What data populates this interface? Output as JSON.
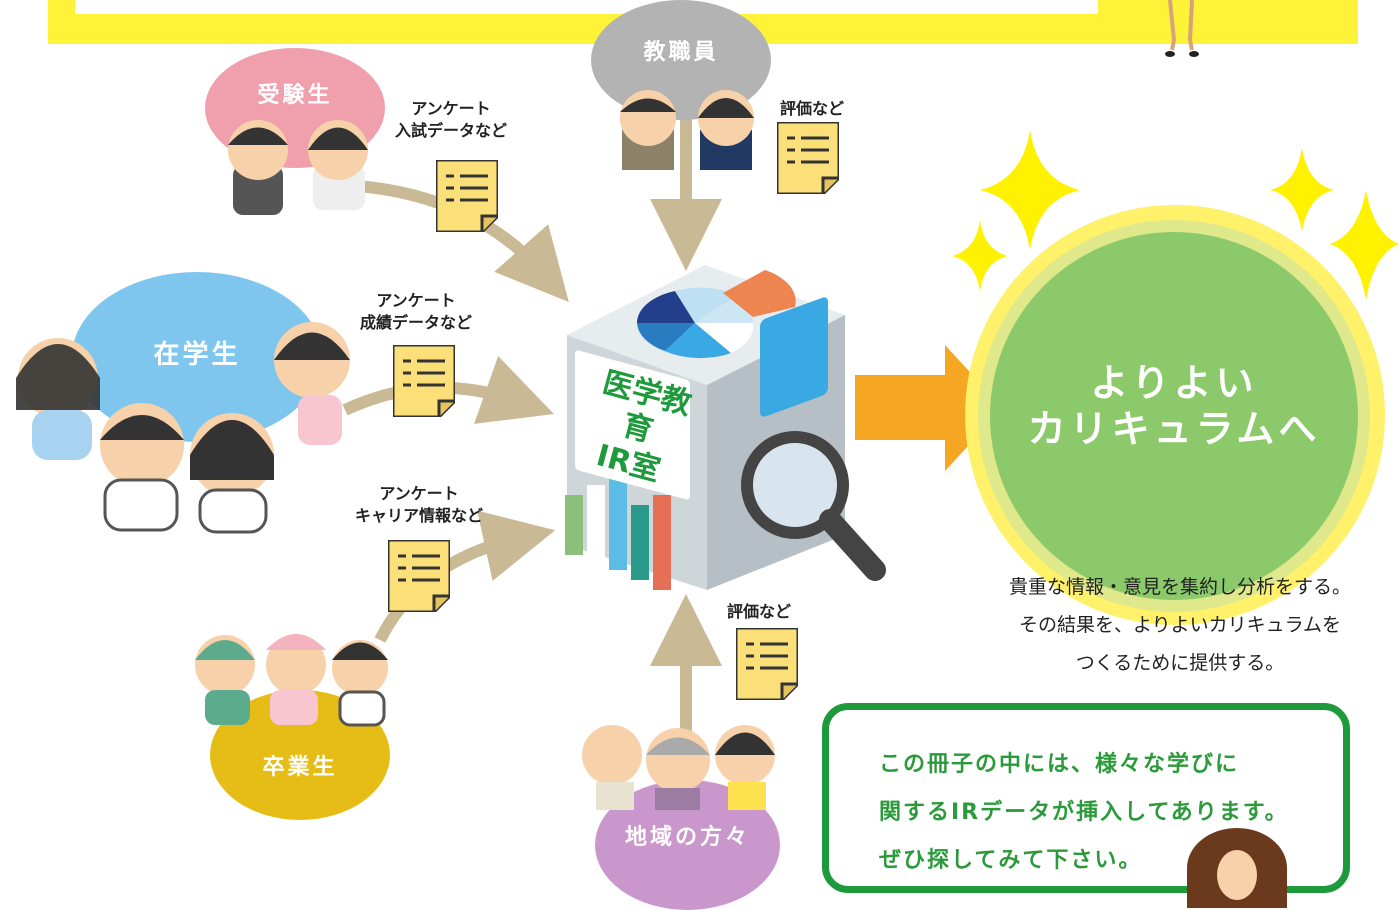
{
  "colors": {
    "banner": "#fff33a",
    "green_box": "#1e9a3c",
    "arrow": "#c9b995",
    "orange_arrow": "#f5a623",
    "curriculum": "#8cc96b"
  },
  "groups": {
    "applicants": {
      "label": "受験生"
    },
    "faculty": {
      "label": "教職員"
    },
    "students": {
      "label": "在学生"
    },
    "graduates": {
      "label": "卒業生"
    },
    "community": {
      "label": "地域の方々"
    }
  },
  "data_labels": {
    "applicants": [
      "アンケート",
      "入試データなど"
    ],
    "faculty": "評価など",
    "students": [
      "アンケート",
      "成績データなど"
    ],
    "graduates": [
      "アンケート",
      "キャリア情報など"
    ],
    "community": "評価など"
  },
  "center": {
    "title_line1": "医学教育",
    "title_line2": "IR室"
  },
  "goal": {
    "line1": "よりよい",
    "line2": "カリキュラムへ"
  },
  "description": [
    "貴重な情報・意見を集約し分析をする。",
    "その結果を、よりよいカリキュラムを",
    "つくるために提供する。"
  ],
  "note_box": [
    "この冊子の中には、様々な学びに",
    "関するIRデータが挿入してあります。",
    "ぜひ探してみて下さい。"
  ]
}
